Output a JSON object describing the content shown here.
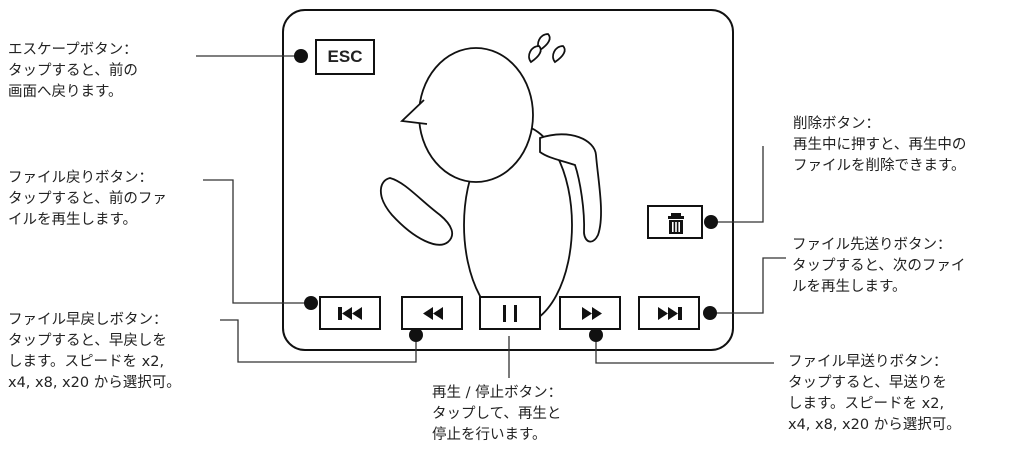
{
  "screen": {
    "esc_label": "ESC"
  },
  "annotations": {
    "esc": "エスケープボタン：\nタップすると、前の\n画面へ戻ります。",
    "delete": "削除ボタン：\n再生中に押すと、再生中の\nファイルを削除できます。",
    "file_back": "ファイル戻りボタン：\nタップすると、前のファ\nイルを再生します。",
    "file_forward": "ファイル先送りボタン：\nタップすると、次のファイ\nルを再生します。",
    "rewind": "ファイル早戻しボタン：\nタップすると、早戻しを\nします。スピードを x2,\nx4, x8, x20 から選択可。",
    "play_pause": "再生 / 停止ボタン：\nタップして、再生と\n停止を行います。",
    "fast_forward": "ファイル早送りボタン：\nタップすると、早送りを\nします。スピードを x2,\nx4, x8, x20 から選択可。"
  },
  "icons": {
    "skip_back": "skip-back-icon",
    "rewind": "rewind-icon",
    "pause": "pause-icon",
    "fast_forward": "fast-forward-icon",
    "skip_forward": "skip-forward-icon",
    "trash": "trash-icon"
  }
}
